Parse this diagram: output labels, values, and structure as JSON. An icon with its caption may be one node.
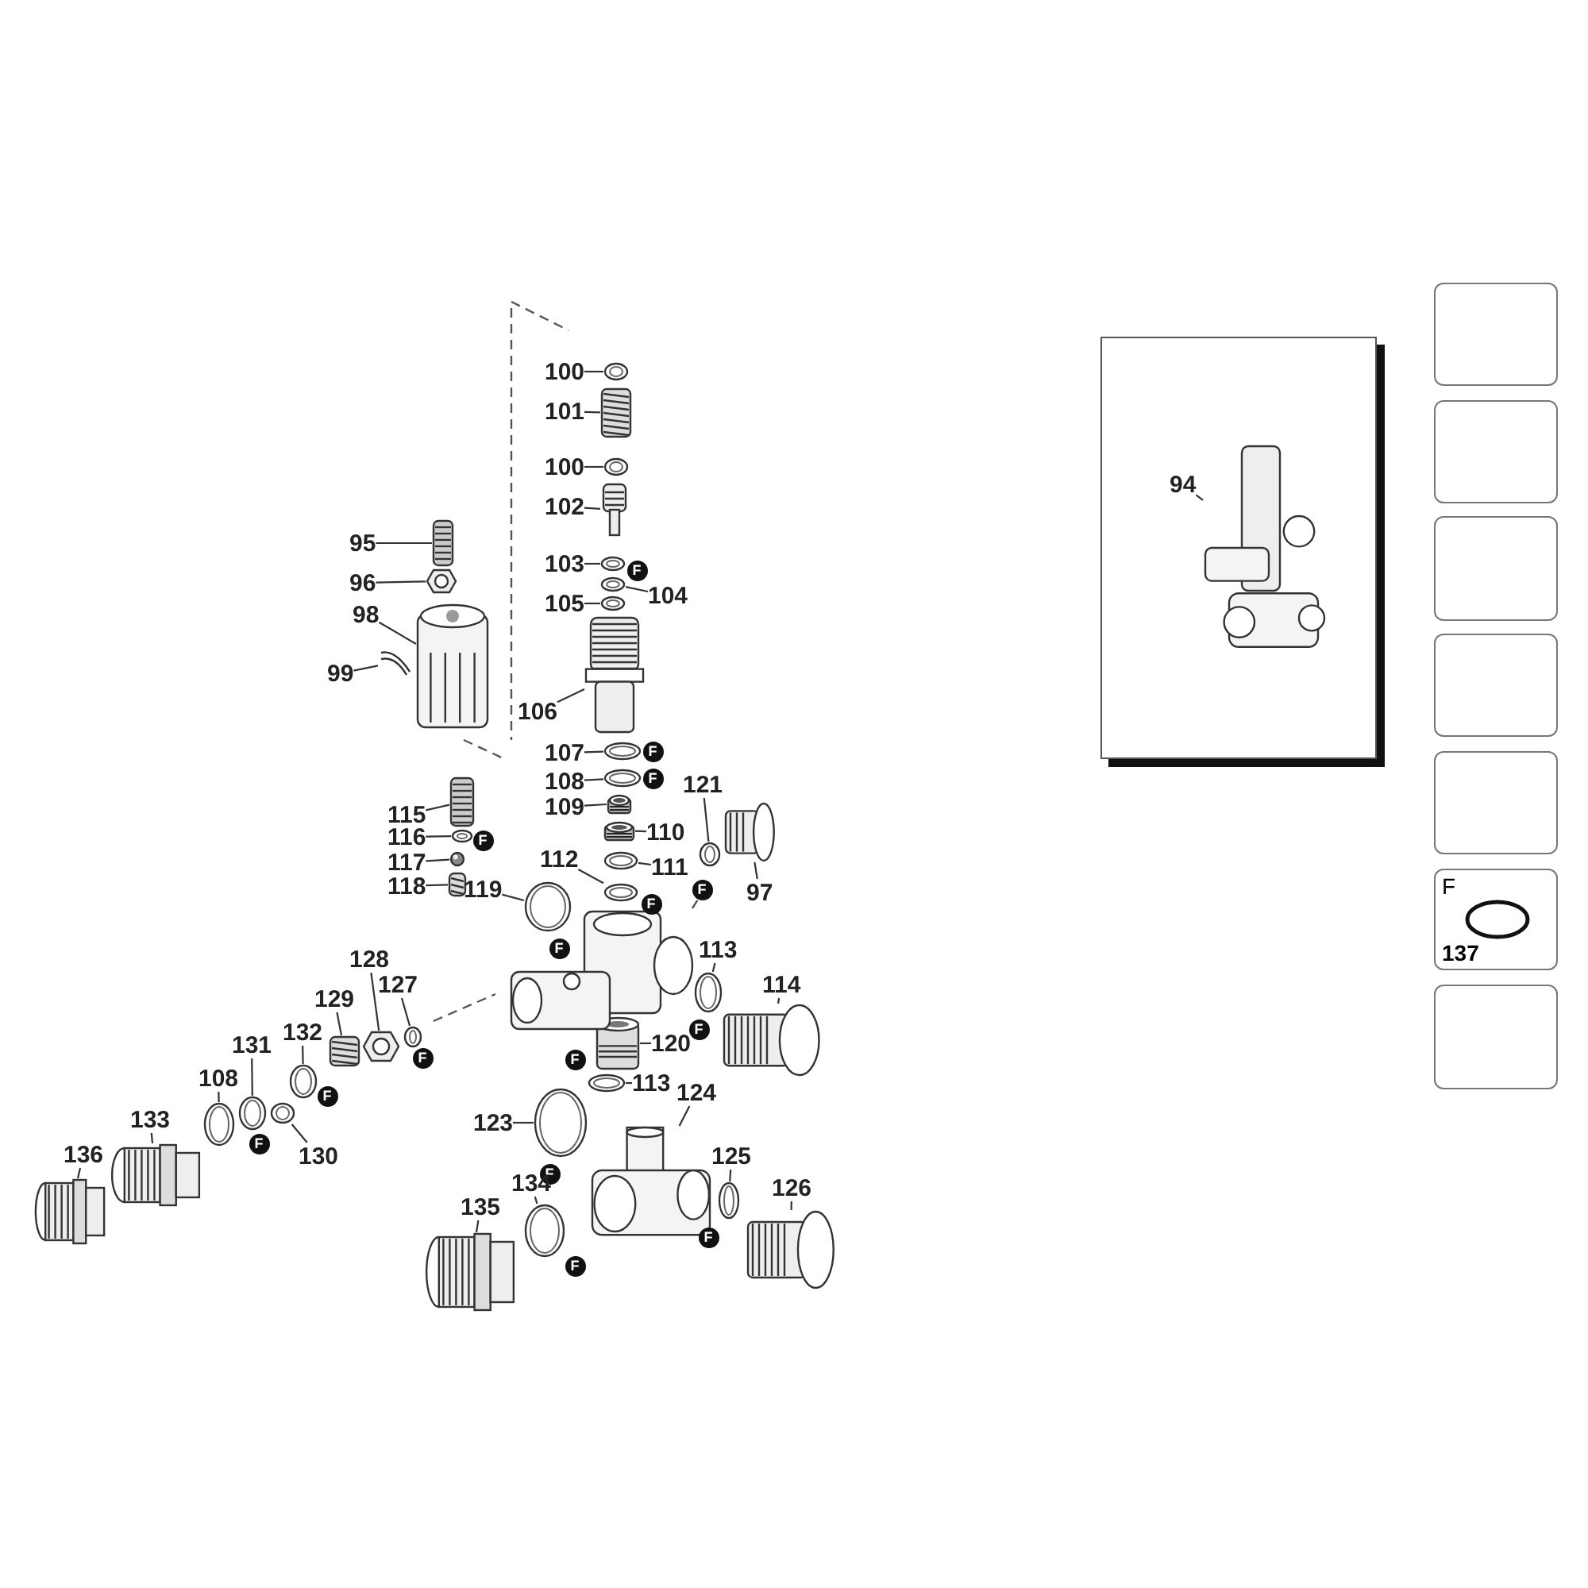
{
  "diagram": {
    "nodes": [
      {
        "text": [
          "100"
        ]
      },
      {
        "text": [],
        "shape": "picture"
      },
      {
        "text": [
          "101"
        ]
      },
      {
        "text": [],
        "shape": "picture"
      },
      {
        "text": [
          "100"
        ]
      },
      {
        "text": [],
        "shape": "picture"
      },
      {
        "text": [
          "102"
        ]
      },
      {
        "text": [],
        "shape": "picture"
      },
      {
        "text": [
          "103"
        ]
      },
      {
        "text": [],
        "shape": "picture"
      },
      {
        "text": [
          "F"
        ]
      },
      {
        "text": [
          "104"
        ]
      },
      {
        "text": [],
        "shape": "picture"
      },
      {
        "text": [
          "105"
        ]
      },
      {
        "text": [],
        "shape": "picture"
      },
      {
        "text": [
          "106"
        ]
      },
      {
        "text": [],
        "shape": "picture"
      },
      {
        "text": [
          "107"
        ]
      },
      {
        "text": [],
        "shape": "picture"
      },
      {
        "text": [
          "F"
        ]
      },
      {
        "text": [
          "108"
        ]
      },
      {
        "text": [],
        "shape": "picture"
      },
      {
        "text": [
          "F"
        ]
      },
      {
        "text": [
          "109"
        ]
      },
      {
        "text": [],
        "shape": "picture"
      },
      {
        "text": [
          "110"
        ]
      },
      {
        "text": [],
        "shape": "picture"
      },
      {
        "text": [
          "111"
        ]
      },
      {
        "text": [],
        "shape": "picture"
      },
      {
        "text": [
          "F"
        ]
      },
      {
        "text": [
          "112"
        ]
      },
      {
        "text": [],
        "shape": "picture"
      },
      {
        "text": [
          "95"
        ]
      },
      {
        "text": [],
        "shape": "picture"
      },
      {
        "text": [
          "96"
        ]
      },
      {
        "text": [],
        "shape": "picture"
      },
      {
        "text": [
          "98"
        ]
      },
      {
        "text": [],
        "shape": "picture"
      },
      {
        "text": [
          "99"
        ]
      },
      {
        "text": [],
        "shape": "picture"
      },
      {
        "text": [
          "115"
        ]
      },
      {
        "text": [],
        "shape": "picture"
      },
      {
        "text": [
          "116"
        ]
      },
      {
        "text": [],
        "shape": "picture"
      },
      {
        "text": [
          "F"
        ]
      },
      {
        "text": [
          "117"
        ]
      },
      {
        "text": [],
        "shape": "picture"
      },
      {
        "text": [
          "118"
        ]
      },
      {
        "text": [],
        "shape": "picture"
      },
      {
        "text": [
          "119"
        ]
      },
      {
        "text": [],
        "shape": "picture"
      },
      {
        "text": [
          "F"
        ]
      },
      {
        "text": [
          "121"
        ]
      },
      {
        "text": [],
        "shape": "picture"
      },
      {
        "text": [
          "F"
        ]
      },
      {
        "text": [
          "97"
        ]
      },
      {
        "text": [],
        "shape": "picture"
      },
      {
        "text": [
          "113"
        ]
      },
      {
        "text": [],
        "shape": "picture"
      },
      {
        "text": [
          "F"
        ]
      },
      {
        "text": [
          "114"
        ]
      },
      {
        "text": [],
        "shape": "picture"
      },
      {
        "text": [
          "120"
        ]
      },
      {
        "text": [],
        "shape": "picture"
      },
      {
        "text": [
          "113"
        ]
      },
      {
        "text": [],
        "shape": "picture"
      },
      {
        "text": [
          "F"
        ]
      },
      {
        "text": [
          "128"
        ]
      },
      {
        "text": [],
        "shape": "picture"
      },
      {
        "text": [
          "127"
        ]
      },
      {
        "text": [],
        "shape": "picture"
      },
      {
        "text": [
          "F"
        ]
      },
      {
        "text": [
          "129"
        ]
      },
      {
        "text": [],
        "shape": "picture"
      },
      {
        "text": [
          "132"
        ]
      },
      {
        "text": [],
        "shape": "picture"
      },
      {
        "text": [
          "F"
        ]
      },
      {
        "text": [
          "131"
        ]
      },
      {
        "text": [],
        "shape": "picture"
      },
      {
        "text": [
          "F"
        ]
      },
      {
        "text": [
          "108"
        ]
      },
      {
        "text": [],
        "shape": "picture"
      },
      {
        "text": [
          "130"
        ]
      },
      {
        "text": [],
        "shape": "picture"
      },
      {
        "text": [
          "133"
        ]
      },
      {
        "text": [],
        "shape": "picture"
      },
      {
        "text": [
          "136"
        ]
      },
      {
        "text": [],
        "shape": "picture"
      },
      {
        "text": [
          "123"
        ]
      },
      {
        "text": [],
        "shape": "picture"
      },
      {
        "text": [
          "F"
        ]
      },
      {
        "text": [
          "124"
        ]
      },
      {
        "text": [],
        "shape": "picture"
      },
      {
        "text": [
          "125"
        ]
      },
      {
        "text": [],
        "shape": "picture"
      },
      {
        "text": [
          "F"
        ]
      },
      {
        "text": [
          "126"
        ]
      },
      {
        "text": [],
        "shape": "picture"
      },
      {
        "text": [
          "134"
        ]
      },
      {
        "text": [],
        "shape": "picture"
      },
      {
        "text": [
          "F"
        ]
      },
      {
        "text": [
          "135"
        ]
      },
      {
        "text": [],
        "shape": "picture"
      },
      {
        "text": [],
        "shape": "box"
      },
      {
        "text": [
          "94"
        ],
        "in": 103
      },
      {
        "text": [],
        "shape": "picture",
        "in": 103
      },
      {
        "text": [],
        "shape": "box"
      },
      {
        "text": [],
        "shape": "box"
      },
      {
        "text": [],
        "shape": "box"
      },
      {
        "text": [],
        "shape": "box"
      },
      {
        "text": [],
        "shape": "box"
      },
      {
        "text": [
          "F",
          "137"
        ]
      },
      {
        "text": [],
        "shape": "box"
      }
    ],
    "edges": [
      {
        "from": 0,
        "to": 1,
        "arrow": "none"
      },
      {
        "from": 2,
        "to": 3,
        "arrow": "none"
      },
      {
        "from": 4,
        "to": 5,
        "arrow": "none"
      },
      {
        "from": 6,
        "to": 7,
        "arrow": "none"
      },
      {
        "from": 8,
        "to": 9,
        "arrow": "none"
      },
      {
        "from": 11,
        "to": 12,
        "arrow": "none"
      },
      {
        "from": 13,
        "to": 14,
        "arrow": "none"
      },
      {
        "from": 15,
        "to": 16,
        "arrow": "none"
      },
      {
        "from": 17,
        "to": 18,
        "arrow": "none"
      },
      {
        "from": 20,
        "to": 21,
        "arrow": "none"
      },
      {
        "from": 23,
        "to": 24,
        "arrow": "none"
      },
      {
        "from": 25,
        "to": 26,
        "arrow": "none"
      },
      {
        "from": 27,
        "to": 28,
        "arrow": "none"
      },
      {
        "from": 30,
        "to": 31,
        "arrow": "none"
      },
      {
        "from": 32,
        "to": 33,
        "arrow": "none"
      },
      {
        "from": 34,
        "to": 35,
        "arrow": "none"
      },
      {
        "from": 36,
        "to": 37,
        "arrow": "none"
      },
      {
        "from": 38,
        "to": 39,
        "arrow": "none"
      },
      {
        "from": 40,
        "to": 41,
        "arrow": "none"
      },
      {
        "from": 42,
        "to": 43,
        "arrow": "none"
      },
      {
        "from": 45,
        "to": 46,
        "arrow": "none"
      },
      {
        "from": 47,
        "to": 48,
        "arrow": "none"
      },
      {
        "from": 49,
        "to": 50,
        "arrow": "none"
      },
      {
        "from": 52,
        "to": 53,
        "arrow": "none"
      },
      {
        "from": 55,
        "to": 56,
        "arrow": "none"
      },
      {
        "from": 57,
        "to": 58,
        "arrow": "none"
      },
      {
        "from": 60,
        "to": 61,
        "arrow": "none"
      },
      {
        "from": 62,
        "to": 63,
        "arrow": "none"
      },
      {
        "from": 64,
        "to": 65,
        "arrow": "none"
      },
      {
        "from": 67,
        "to": 68,
        "arrow": "none"
      },
      {
        "from": 69,
        "to": 70,
        "arrow": "none"
      },
      {
        "from": 72,
        "to": 73,
        "arrow": "none"
      },
      {
        "from": 74,
        "to": 75,
        "arrow": "none"
      },
      {
        "from": 77,
        "to": 78,
        "arrow": "none"
      },
      {
        "from": 80,
        "to": 81,
        "arrow": "none"
      },
      {
        "from": 82,
        "to": 83,
        "arrow": "none"
      },
      {
        "from": 84,
        "to": 85,
        "arrow": "none"
      },
      {
        "from": 86,
        "to": 87,
        "arrow": "none"
      },
      {
        "from": 88,
        "to": 89,
        "arrow": "none"
      },
      {
        "from": 91,
        "to": 92,
        "arrow": "none"
      },
      {
        "from": 93,
        "to": 94,
        "arrow": "none"
      },
      {
        "from": 96,
        "to": 97,
        "arrow": "none"
      },
      {
        "from": 98,
        "to": 99,
        "arrow": "none"
      },
      {
        "from": 101,
        "to": 102,
        "arrow": "none"
      },
      {
        "from": 104,
        "to": 105,
        "arrow": "none"
      }
    ]
  }
}
